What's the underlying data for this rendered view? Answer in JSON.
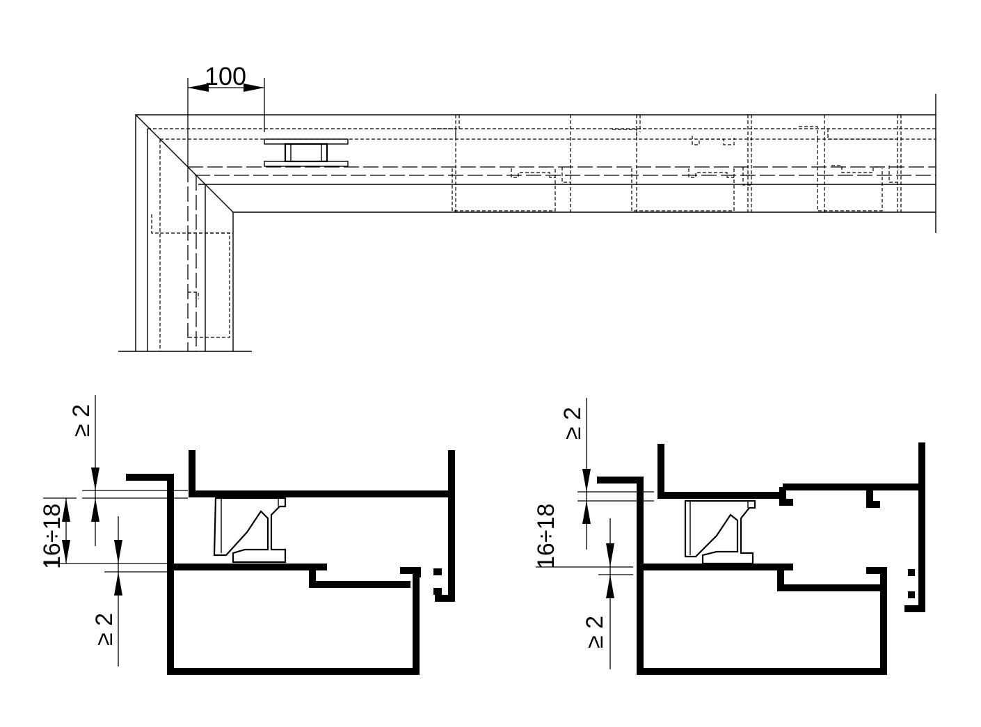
{
  "top_view": {
    "dimension_label": "100"
  },
  "section_left": {
    "top_clearance": "≥ 2",
    "glass_range": "16÷18",
    "bottom_clearance": "≥ 2"
  },
  "section_right": {
    "top_clearance": "≥ 2",
    "glass_range": "16÷18",
    "bottom_clearance": "≥ 2"
  }
}
